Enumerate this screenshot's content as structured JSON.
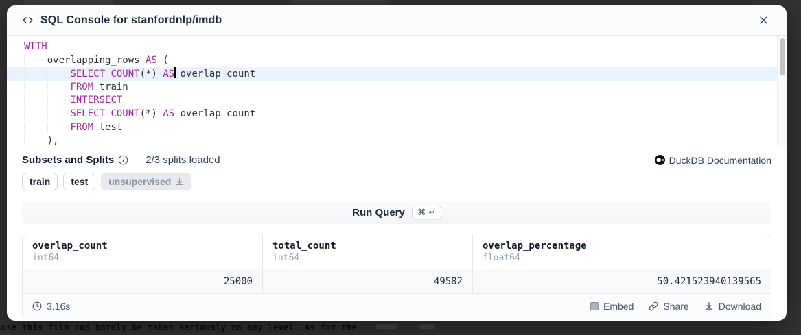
{
  "backdrop": {
    "dimmed_text": "ause this film can hardly be taken seriously on any level. As for the"
  },
  "header": {
    "title": "SQL Console for stanfordnlp/imdb"
  },
  "editor": {
    "lines": [
      {
        "indent": 0,
        "tokens": [
          {
            "c": "kw",
            "t": "WITH"
          }
        ]
      },
      {
        "indent": 1,
        "tokens": [
          {
            "c": "pl",
            "t": "overlapping_rows "
          },
          {
            "c": "kw",
            "t": "AS"
          },
          {
            "c": "pl",
            "t": " ("
          }
        ]
      },
      {
        "indent": 2,
        "active": true,
        "tokens": [
          {
            "c": "kw",
            "t": "SELECT"
          },
          {
            "c": "pl",
            "t": " "
          },
          {
            "c": "kw",
            "t": "COUNT"
          },
          {
            "c": "pl",
            "t": "(*) "
          },
          {
            "c": "kw",
            "t": "AS"
          },
          {
            "c": "cursor",
            "t": ""
          },
          {
            "c": "pl",
            "t": " overlap_count"
          }
        ]
      },
      {
        "indent": 2,
        "tokens": [
          {
            "c": "kw",
            "t": "FROM"
          },
          {
            "c": "pl",
            "t": " train"
          }
        ]
      },
      {
        "indent": 2,
        "tokens": [
          {
            "c": "kw",
            "t": "INTERSECT"
          }
        ]
      },
      {
        "indent": 2,
        "tokens": [
          {
            "c": "kw",
            "t": "SELECT"
          },
          {
            "c": "pl",
            "t": " "
          },
          {
            "c": "kw",
            "t": "COUNT"
          },
          {
            "c": "pl",
            "t": "(*) "
          },
          {
            "c": "kw",
            "t": "AS"
          },
          {
            "c": "pl",
            "t": " overlap_count"
          }
        ]
      },
      {
        "indent": 2,
        "tokens": [
          {
            "c": "kw",
            "t": "FROM"
          },
          {
            "c": "pl",
            "t": " test"
          }
        ]
      },
      {
        "indent": 1,
        "tokens": [
          {
            "c": "pl",
            "t": "),"
          }
        ]
      }
    ]
  },
  "splits": {
    "heading": "Subsets and Splits",
    "status": "2/3 splits loaded",
    "doc_link": "DuckDB Documentation",
    "tags": [
      {
        "label": "train"
      },
      {
        "label": "test"
      },
      {
        "label": "unsupervised"
      }
    ]
  },
  "run": {
    "label": "Run Query",
    "kbd": "⌘ ↵"
  },
  "results": {
    "columns": [
      {
        "name": "overlap_count",
        "type": "int64"
      },
      {
        "name": "total_count",
        "type": "int64"
      },
      {
        "name": "overlap_percentage",
        "type": "float64"
      }
    ],
    "rows": [
      [
        "25000",
        "49582",
        "50.421523940139565"
      ]
    ],
    "elapsed": "3.16s",
    "actions": [
      "Embed",
      "Share",
      "Download"
    ]
  }
}
